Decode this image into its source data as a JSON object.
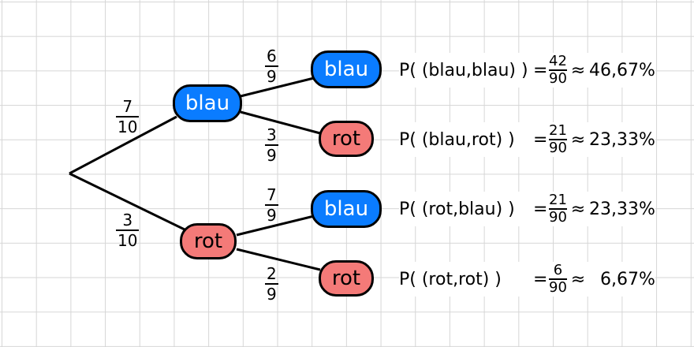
{
  "level1": [
    {
      "id": "blau",
      "label": "blau",
      "color": "blue",
      "prob": {
        "num": "7",
        "den": "10"
      }
    },
    {
      "id": "rot",
      "label": "rot",
      "color": "red",
      "prob": {
        "num": "3",
        "den": "10"
      }
    }
  ],
  "level2": [
    {
      "parent": "blau",
      "label": "blau",
      "color": "blue",
      "prob": {
        "num": "6",
        "den": "9"
      }
    },
    {
      "parent": "blau",
      "label": "rot",
      "color": "red",
      "prob": {
        "num": "3",
        "den": "9"
      }
    },
    {
      "parent": "rot",
      "label": "blau",
      "color": "blue",
      "prob": {
        "num": "7",
        "den": "9"
      }
    },
    {
      "parent": "rot",
      "label": "rot",
      "color": "red",
      "prob": {
        "num": "2",
        "den": "9"
      }
    }
  ],
  "results": [
    {
      "label": "P( (blau,blau) )",
      "num": "42",
      "den": "90",
      "percent": "46,67%"
    },
    {
      "label": "P( (blau,rot) )",
      "num": "21",
      "den": "90",
      "percent": "23,33%"
    },
    {
      "label": "P( (rot,blau) )",
      "num": "21",
      "den": "90",
      "percent": "23,33%"
    },
    {
      "label": "P( (rot,rot) )",
      "num": "6",
      "den": "90",
      "percent": "6,67%"
    }
  ],
  "symbols": {
    "equals": "=",
    "approx": "≈"
  },
  "colors": {
    "blue": "#0a7cff",
    "red": "#f47a78",
    "grid": "#d6d6d6",
    "line": "#000000"
  }
}
